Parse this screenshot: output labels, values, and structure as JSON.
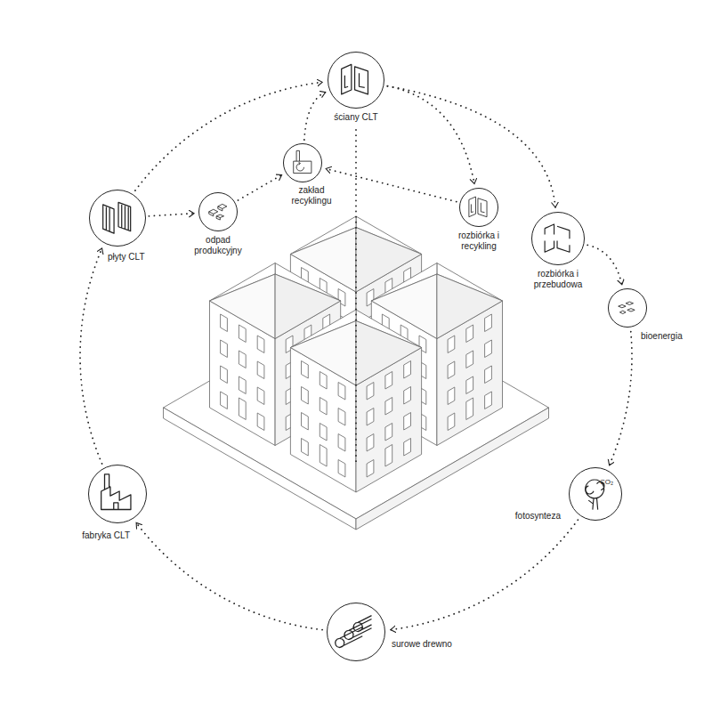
{
  "diagram": {
    "nodes": [
      {
        "text": [
          "ściany CLT"
        ]
      },
      {
        "text": [
          "płyty CLT"
        ]
      },
      {
        "text": [
          "odpad produkcyjny"
        ]
      },
      {
        "text": [
          "zakład recyklingu"
        ]
      },
      {
        "text": [
          "rozbiórka i recykling"
        ]
      },
      {
        "text": [
          "rozbiórka i przebudowa"
        ]
      },
      {
        "text": [
          "bioenergia"
        ]
      },
      {
        "text": [
          "fotosynteza",
          "CO₂"
        ]
      },
      {
        "text": [
          "surowe drewno"
        ]
      },
      {
        "text": [
          "fabryka CLT"
        ]
      }
    ],
    "edges": [
      {
        "from": 0,
        "to": 4,
        "arrow": "to"
      },
      {
        "from": 0,
        "to": 5,
        "arrow": "to"
      },
      {
        "from": 5,
        "to": 6,
        "arrow": "to"
      },
      {
        "from": 6,
        "to": 7,
        "arrow": "to"
      },
      {
        "from": 7,
        "to": 8,
        "arrow": "to"
      },
      {
        "from": 8,
        "to": 9,
        "arrow": "to"
      },
      {
        "from": 9,
        "to": 1,
        "arrow": "to"
      },
      {
        "from": 1,
        "to": 0,
        "arrow": "to"
      },
      {
        "from": 1,
        "to": 2,
        "arrow": "to"
      },
      {
        "from": 2,
        "to": 3,
        "arrow": "to"
      },
      {
        "from": 3,
        "to": 0,
        "arrow": "to"
      },
      {
        "from": 4,
        "to": 3,
        "arrow": "to"
      }
    ]
  }
}
